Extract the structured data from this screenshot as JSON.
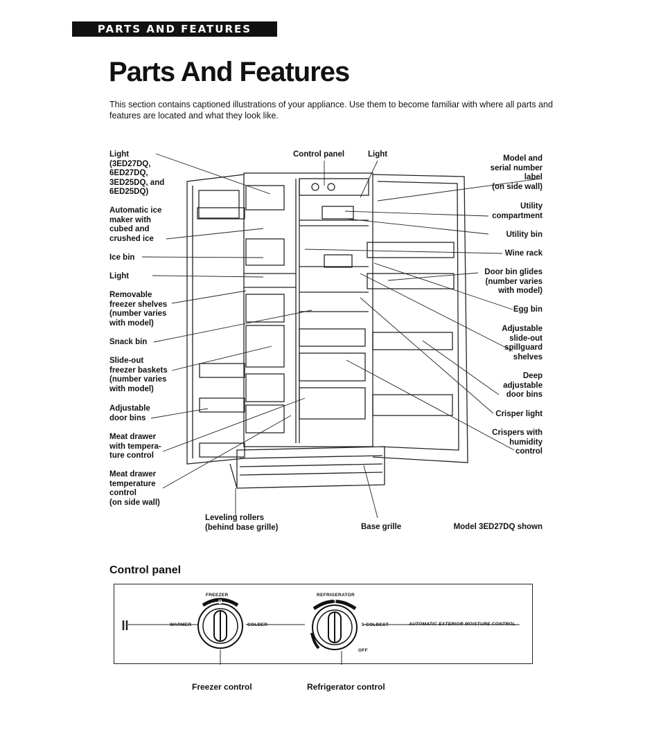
{
  "banner": "PARTS AND FEATURES",
  "title": "Parts And Features",
  "intro": "This section contains captioned illustrations of your appliance. Use them to become familiar with where all parts and features are located and what they look like.",
  "labels_left": [
    {
      "id": "light-top",
      "text": "Light\n(3ED27DQ,\n6ED27DQ,\n3ED25DQ, and\n6ED25DQ)"
    },
    {
      "id": "ice-maker",
      "text": "Automatic ice\nmaker with\ncubed and\ncrushed ice"
    },
    {
      "id": "ice-bin",
      "text": "Ice bin"
    },
    {
      "id": "light-freezer",
      "text": "Light"
    },
    {
      "id": "freezer-shelves",
      "text": "Removable\nfreezer shelves\n(number varies\nwith model)"
    },
    {
      "id": "snack-bin",
      "text": "Snack bin"
    },
    {
      "id": "freezer-baskets",
      "text": "Slide-out\nfreezer baskets\n(number varies\nwith model)"
    },
    {
      "id": "adj-door-bins",
      "text": "Adjustable\ndoor bins"
    },
    {
      "id": "meat-drawer",
      "text": "Meat drawer\nwith tempera-\nture control"
    },
    {
      "id": "meat-temp",
      "text": "Meat drawer\ntemperature\ncontrol\n(on side wall)"
    }
  ],
  "labels_top": [
    {
      "id": "control-panel",
      "text": "Control panel"
    },
    {
      "id": "light-fridge",
      "text": "Light"
    }
  ],
  "labels_right": [
    {
      "id": "model-serial",
      "text": "Model and\nserial number\nlabel\n(on side wall)"
    },
    {
      "id": "utility-compartment",
      "text": "Utility\ncompartment"
    },
    {
      "id": "utility-bin",
      "text": "Utility bin"
    },
    {
      "id": "wine-rack",
      "text": "Wine rack"
    },
    {
      "id": "door-bin-glides",
      "text": "Door bin glides\n(number varies\nwith model)"
    },
    {
      "id": "egg-bin",
      "text": "Egg bin"
    },
    {
      "id": "spillguard",
      "text": "Adjustable\nslide-out\nspillguard\nshelves"
    },
    {
      "id": "deep-bins",
      "text": "Deep\nadjustable\ndoor bins"
    },
    {
      "id": "crisper-light",
      "text": "Crisper light"
    },
    {
      "id": "crispers",
      "text": "Crispers with\nhumidity\ncontrol"
    }
  ],
  "labels_bottom": [
    {
      "id": "leveling",
      "text": "Leveling rollers\n(behind base grille)"
    },
    {
      "id": "base-grille",
      "text": "Base grille"
    },
    {
      "id": "model-shown",
      "text": "Model 3ED27DQ shown"
    }
  ],
  "control_panel": {
    "heading": "Control panel",
    "freezer_label": "FREEZER",
    "refrigerator_label": "REFRIGERATOR",
    "warmer": "WARMER",
    "colder": "COLDER",
    "coldest": "5 COLDEST",
    "off": "OFF",
    "moisture": "AUTOMATIC EXTERIOR MOISTURE CONTROL",
    "freezer_dial": "B",
    "refrigerator_dial": "3",
    "freezer_caption": "Freezer control",
    "refrigerator_caption": "Refrigerator control"
  }
}
